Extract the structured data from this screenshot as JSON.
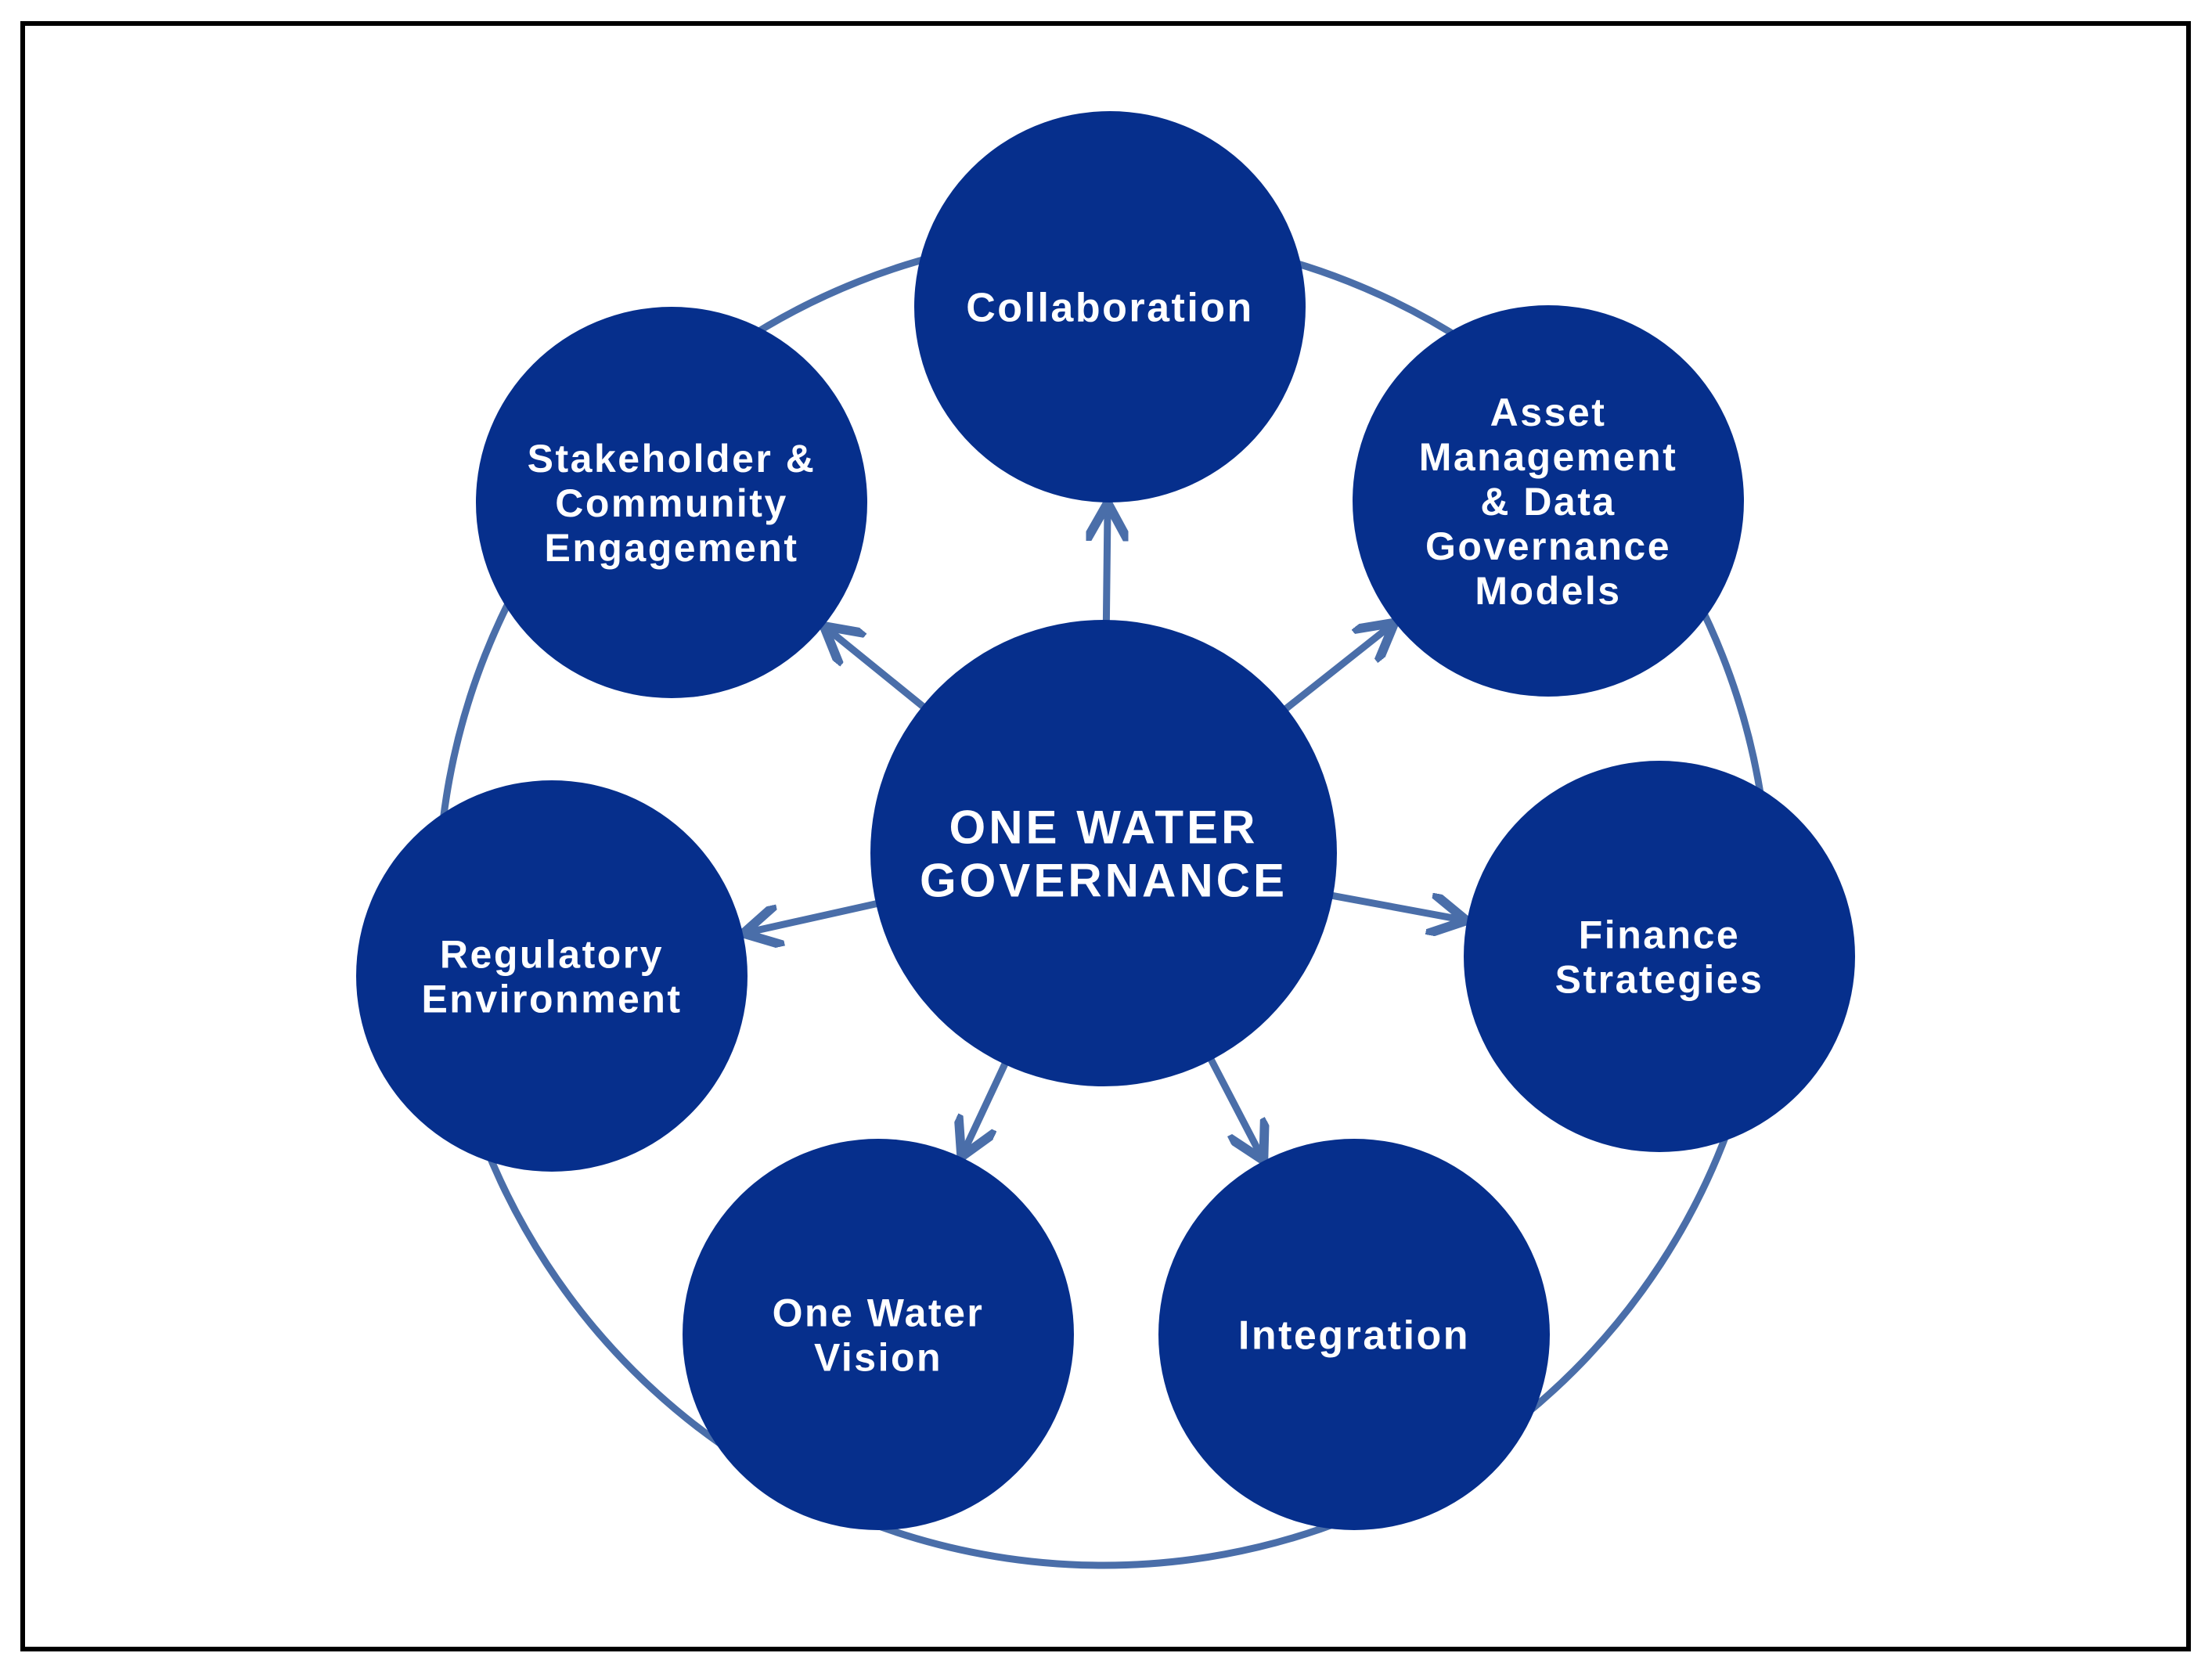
{
  "colors": {
    "node_fill": "#062f8c",
    "connector": "#4a6ea9",
    "frame": "#000000",
    "background": "#ffffff",
    "text": "#ffffff"
  },
  "center": {
    "id": "one-water-governance",
    "lines": [
      "ONE WATER",
      "GOVERNANCE"
    ]
  },
  "nodes": [
    {
      "id": "collaboration",
      "lines": [
        "Collaboration"
      ]
    },
    {
      "id": "asset-management",
      "lines": [
        "Asset",
        "Management",
        "& Data",
        "Governance",
        "Models"
      ]
    },
    {
      "id": "finance-strategies",
      "lines": [
        "Finance",
        "Strategies"
      ]
    },
    {
      "id": "integration",
      "lines": [
        "Integration"
      ]
    },
    {
      "id": "one-water-vision",
      "lines": [
        "One Water",
        "Vision"
      ]
    },
    {
      "id": "regulatory-environment",
      "lines": [
        "Regulatory",
        "Environment"
      ]
    },
    {
      "id": "stakeholder-engagement",
      "lines": [
        "Stakeholder &",
        "Community",
        "Engagement"
      ]
    }
  ]
}
